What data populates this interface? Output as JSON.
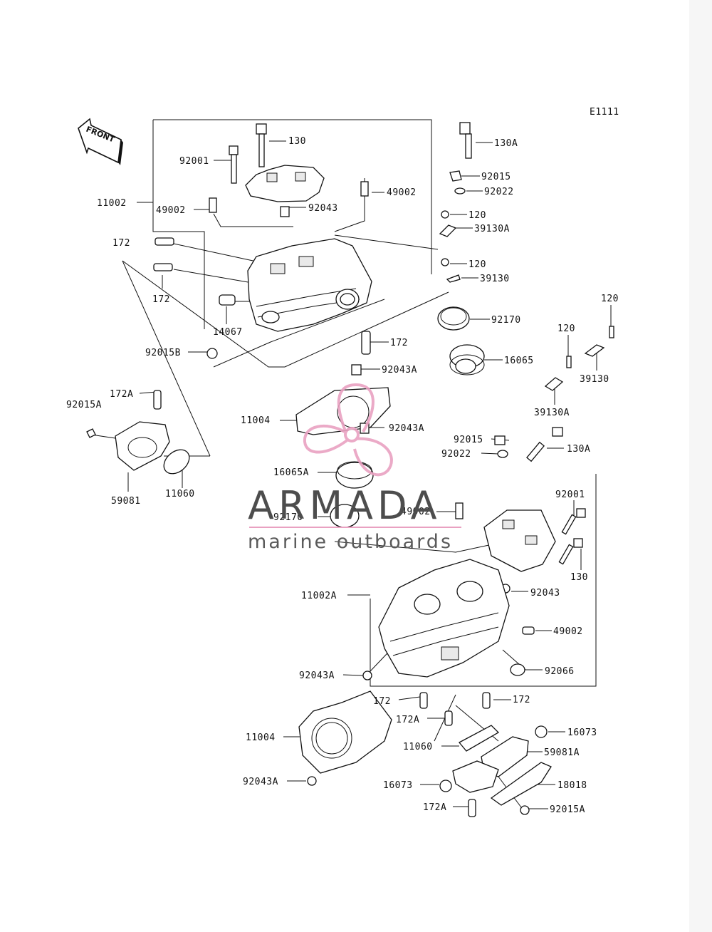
{
  "diagram_code": "E1111",
  "front_label": "FRONT",
  "watermark": {
    "brand": "ARMADA",
    "tagline": "marine outboards",
    "accent_color": "#e9a1c1"
  },
  "callouts": [
    "130",
    "92001",
    "11002",
    "49002",
    "92043",
    "49002",
    "172",
    "172",
    "14067",
    "92015B",
    "172",
    "92043A",
    "130A",
    "92015",
    "92022",
    "120",
    "39130A",
    "120",
    "39130",
    "92170",
    "16065",
    "120",
    "120",
    "39130",
    "39130A",
    "172A",
    "92015A",
    "59081",
    "11060",
    "11004",
    "92043A",
    "16065A",
    "92170",
    "92015",
    "92022",
    "130A",
    "49002",
    "92001",
    "130",
    "92043",
    "11002A",
    "49002",
    "92066",
    "92043A",
    "172",
    "172",
    "172A",
    "11060",
    "11004",
    "92043A",
    "16073",
    "59081A",
    "16073",
    "18018",
    "172A",
    "92015A"
  ]
}
